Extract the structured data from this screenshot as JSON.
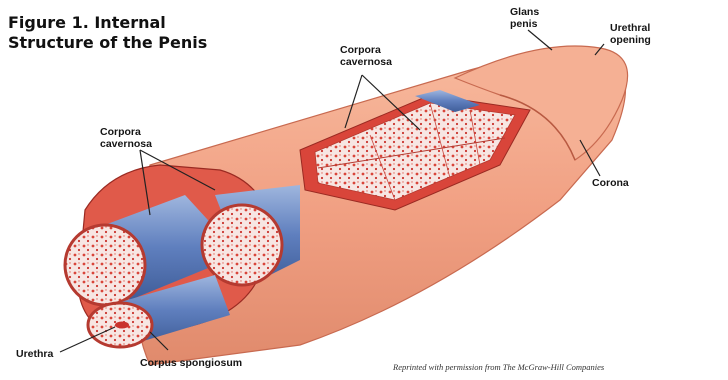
{
  "figure": {
    "title_line1": "Figure 1. Internal",
    "title_line2": "Structure of the Penis"
  },
  "labels": {
    "glans_line1": "Glans",
    "glans_line2": "penis",
    "urethral_line1": "Urethral",
    "urethral_line2": "opening",
    "cc_top_line1": "Corpora",
    "cc_top_line2": "cavernosa",
    "cc_left_line1": "Corpora",
    "cc_left_line2": "cavernosa",
    "corona": "Corona",
    "urethra": "Urethra",
    "corpus_spongiosum": "Corpus spongiosum"
  },
  "credit": "Reprinted with permission from The McGraw-Hill Companies",
  "colors": {
    "skin": "#f1a083",
    "skin_light": "#f7bfa4",
    "tissue_red": "#d9453a",
    "blue_sheath": "#6f8fc4",
    "spongy": "#f5e4e2",
    "line": "#222222"
  }
}
